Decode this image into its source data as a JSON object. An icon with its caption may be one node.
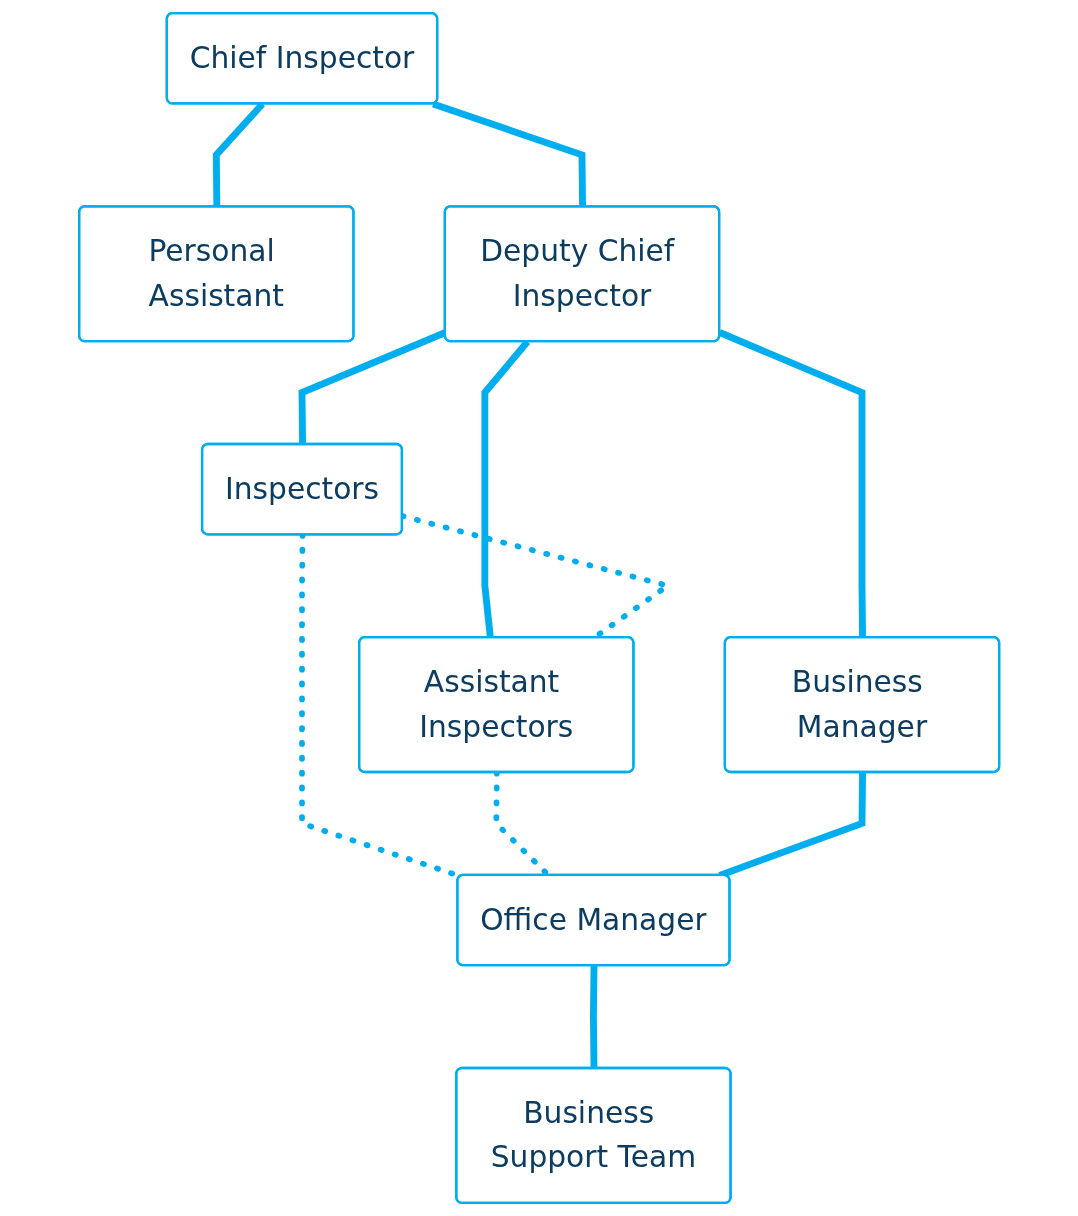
{
  "diagram": {
    "nodes": [
      {
        "text": [
          "Chief Inspector"
        ]
      },
      {
        "text": [
          "Personal Assistant"
        ]
      },
      {
        "text": [
          "Deputy Chief Inspector"
        ]
      },
      {
        "text": [
          "Inspectors"
        ]
      },
      {
        "text": [
          "Business Manager"
        ]
      },
      {
        "text": [
          "Assistant Inspectors"
        ]
      },
      {
        "text": [
          "Office Manager"
        ]
      },
      {
        "text": [
          "Business Support Team"
        ]
      }
    ],
    "edges": [
      {
        "from": 0,
        "to": 1,
        "arrow": "none"
      },
      {
        "from": 0,
        "to": 2,
        "arrow": "none"
      },
      {
        "from": 2,
        "to": 3,
        "arrow": "none"
      },
      {
        "from": 2,
        "to": 4,
        "arrow": "none"
      },
      {
        "from": 2,
        "to": 5,
        "arrow": "none"
      },
      {
        "from": 3,
        "to": 5,
        "arrow": "none",
        "style": "dashed"
      },
      {
        "from": 3,
        "to": 6,
        "arrow": "none",
        "style": "dashed"
      },
      {
        "from": 5,
        "to": 6,
        "arrow": "none",
        "style": "dashed"
      },
      {
        "from": 4,
        "to": 6,
        "arrow": "none"
      },
      {
        "from": 6,
        "to": 7,
        "arrow": "none"
      }
    ]
  }
}
